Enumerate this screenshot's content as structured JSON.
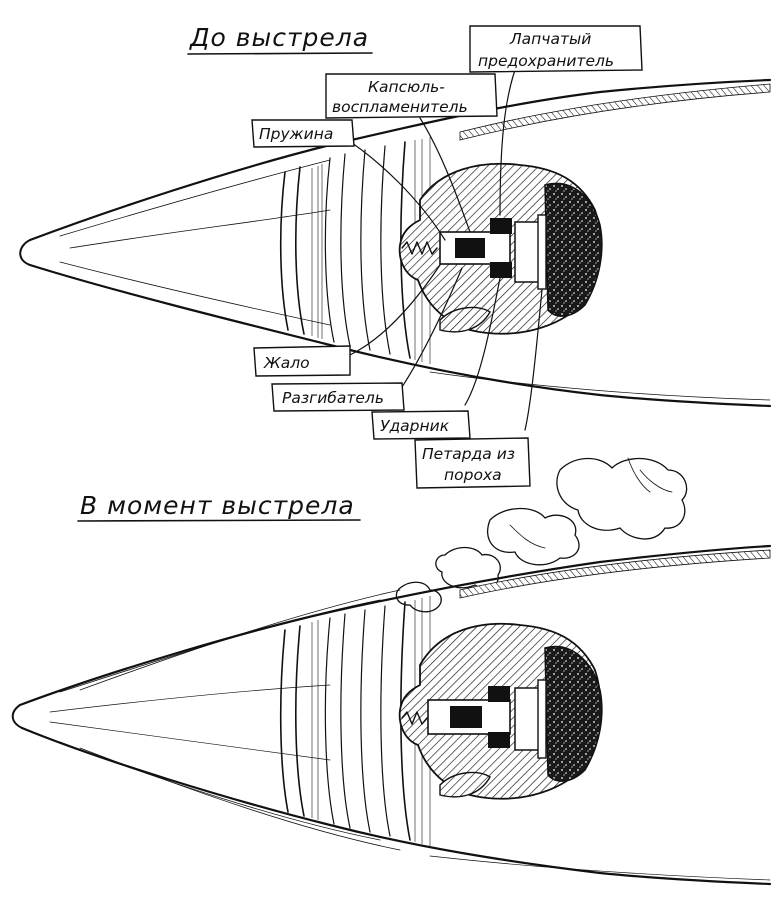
{
  "titles": {
    "before": "До выстрела",
    "during": "В момент выстрела"
  },
  "labels": {
    "lapchaty_1": "Лапчатый",
    "lapchaty_2": "предохранитель",
    "kapsul_1": "Капсюль-",
    "kapsul_2": "воспламенитель",
    "pruzhina": "Пружина",
    "zhalo": "Жало",
    "razgibatel": "Разгибатель",
    "udarnik": "Ударник",
    "petarda_1": "Петарда из",
    "petarda_2": "пороха"
  }
}
